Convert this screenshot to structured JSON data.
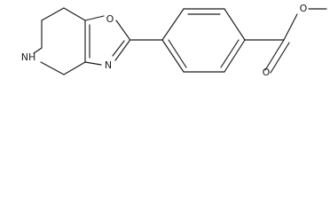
{
  "molecule": {
    "atoms": [
      {
        "id": "O1",
        "label": "O"
      },
      {
        "id": "N3",
        "label": "N"
      },
      {
        "id": "N5",
        "label": "NH"
      },
      {
        "id": "O_carbonyl",
        "label": "O"
      },
      {
        "id": "O_ester",
        "label": "O"
      }
    ]
  },
  "colors": {
    "ink": "#1a1a1a",
    "background": "#ffffff"
  }
}
